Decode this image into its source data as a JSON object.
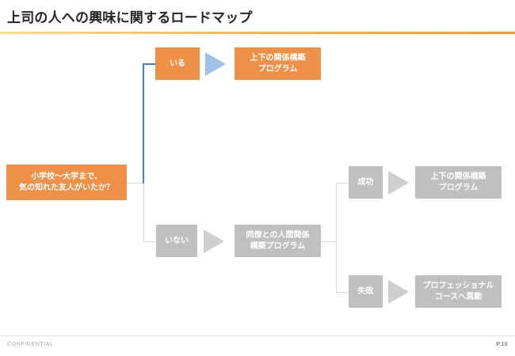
{
  "slide": {
    "title": "上司の人への興味に関するロードマップ",
    "accent_orange": "#ED9149",
    "accent_gray": "#BFBFBF",
    "accent_blue": "#9DC3E6",
    "connector_blue": "#4A7EBB",
    "connector_gray": "#D9D9D9",
    "background": "#FFFFFF"
  },
  "diagram": {
    "root": {
      "label_line1": "小学校〜大学まで、",
      "label_line2": "気の知れた友人がいたか？",
      "color": "#ED9149"
    },
    "branch_yes": {
      "decision": "いる",
      "arrow": "triangle-right-icon",
      "outcome_line1": "上下の関係構築",
      "outcome_line2": "プログラム",
      "color": "#ED9149",
      "arrow_color": "#9DC3E6"
    },
    "branch_no": {
      "decision": "いない",
      "arrow": "triangle-right-icon",
      "program_line1": "同僚との人間関係",
      "program_line2": "構築プログラム",
      "color": "#BFBFBF",
      "arrow_color": "#CFCFCF"
    },
    "branch_success": {
      "decision": "成功",
      "arrow": "triangle-right-icon",
      "outcome_line1": "上下の関係構築",
      "outcome_line2": "プログラム",
      "color": "#BFBFBF"
    },
    "branch_failure": {
      "decision": "失敗",
      "arrow": "triangle-right-icon",
      "outcome_line1": "プロフェッショナル",
      "outcome_line2": "コースへ異動",
      "color": "#BFBFBF"
    }
  },
  "footer": {
    "confidential": "CONFIDENTIAL",
    "page": "P.10"
  }
}
